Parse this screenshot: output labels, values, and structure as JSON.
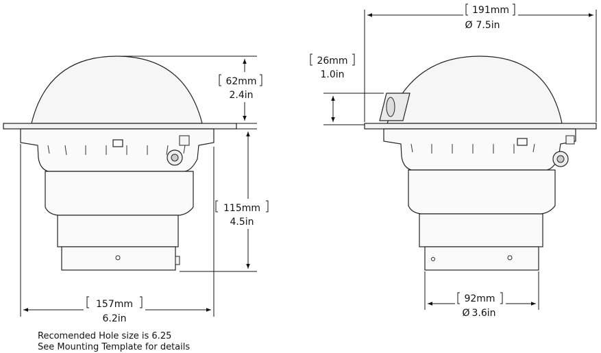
{
  "dimensions": {
    "dome_height": {
      "metric": "62mm",
      "imperial": "2.4in"
    },
    "below_flange_depth": {
      "metric": "115mm",
      "imperial": "4.5in"
    },
    "overall_width_left": {
      "metric": "157mm",
      "imperial": "6.2in"
    },
    "overall_diameter_right": {
      "metric": "191mm",
      "imperial": "7.5in"
    },
    "bracket_height": {
      "metric": "26mm",
      "imperial": "1.0in"
    },
    "base_diameter": {
      "metric": "92mm",
      "imperial": "3.6in"
    }
  },
  "notes": {
    "line1": "Recomended Hole size is 6.25",
    "line2": "See Mounting Template for details"
  }
}
